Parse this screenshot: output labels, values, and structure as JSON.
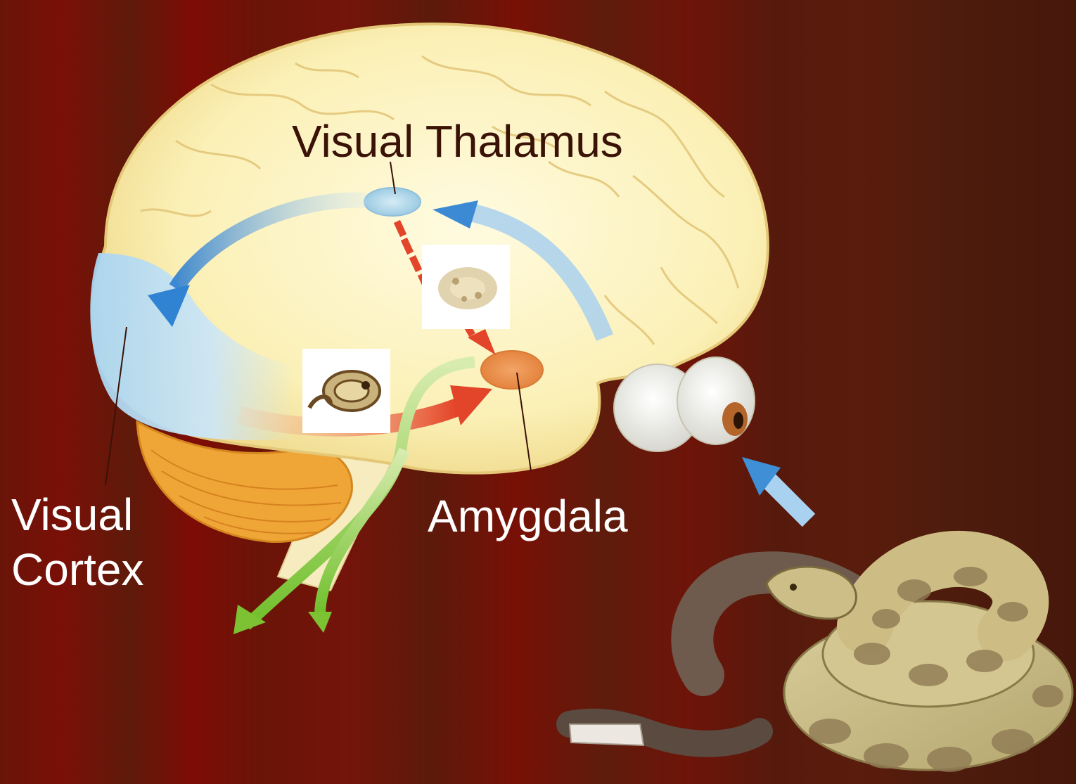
{
  "labels": {
    "visual_thalamus": "Visual Thalamus",
    "amygdala": "Amygdala",
    "visual_cortex_line1": "Visual",
    "visual_cortex_line2": "Cortex"
  },
  "colors": {
    "background": "#6a1408",
    "brain": "#fbf1bd",
    "cortex_pathway": "#4a8fd0",
    "amygdala_pathway": "#e2452a",
    "output_pathway": "#8fcb3f",
    "cerebellum": "#f2a83a"
  },
  "icons": [
    "brain-illustration",
    "eye-icon",
    "snake-icon",
    "snake-thumbnail-clear",
    "snake-thumbnail-blurred"
  ]
}
